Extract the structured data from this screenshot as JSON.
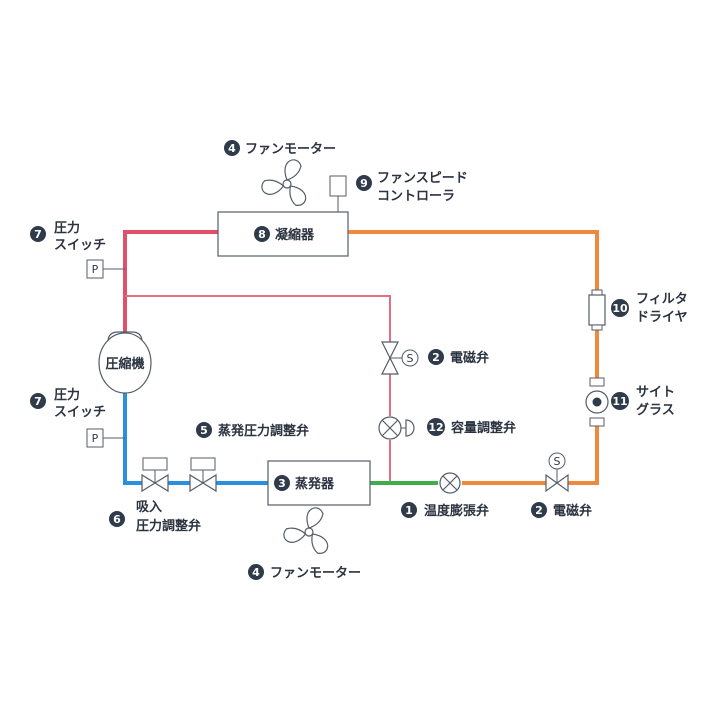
{
  "colors": {
    "hot_gas": "#e0506a",
    "liquid": "#ef8a3c",
    "suction": "#2b8fe0",
    "expansion": "#3fae4a",
    "line_thin": "#e0707f",
    "badge": "#2f3a4a",
    "outline": "#555d68"
  },
  "components": {
    "fan_motor_top": {
      "num": "4",
      "label": "ファンモーター"
    },
    "fan_speed": {
      "num": "9",
      "line1": "ファンスピード",
      "line2": "コントローラ"
    },
    "condenser": {
      "num": "8",
      "label": "凝縮器"
    },
    "pressure_switch_top": {
      "num": "7",
      "line1": "圧力",
      "line2": "スイッチ",
      "symbol": "P"
    },
    "compressor": {
      "label": "圧縮機"
    },
    "pressure_switch_bottom": {
      "num": "7",
      "line1": "圧力",
      "line2": "スイッチ",
      "symbol": "P"
    },
    "evap_pressure_valve": {
      "num": "5",
      "label": "蒸発圧力調整弁"
    },
    "suction_valve": {
      "num": "6",
      "line1": "吸入",
      "line2": "圧力調整弁"
    },
    "evaporator": {
      "num": "3",
      "label": "蒸発器"
    },
    "fan_motor_bottom": {
      "num": "4",
      "label": "ファンモーター"
    },
    "expansion_valve": {
      "num": "1",
      "label": "温度膨張弁"
    },
    "solenoid_bottom": {
      "num": "2",
      "label": "電磁弁",
      "symbol": "S"
    },
    "solenoid_mid": {
      "num": "2",
      "label": "電磁弁",
      "symbol": "S"
    },
    "capacity_valve": {
      "num": "12",
      "label": "容量調整弁"
    },
    "filter_dryer": {
      "num": "10",
      "line1": "フィルタ",
      "line2": "ドライヤ"
    },
    "sight_glass": {
      "num": "11",
      "line1": "サイト",
      "line2": "グラス"
    }
  }
}
